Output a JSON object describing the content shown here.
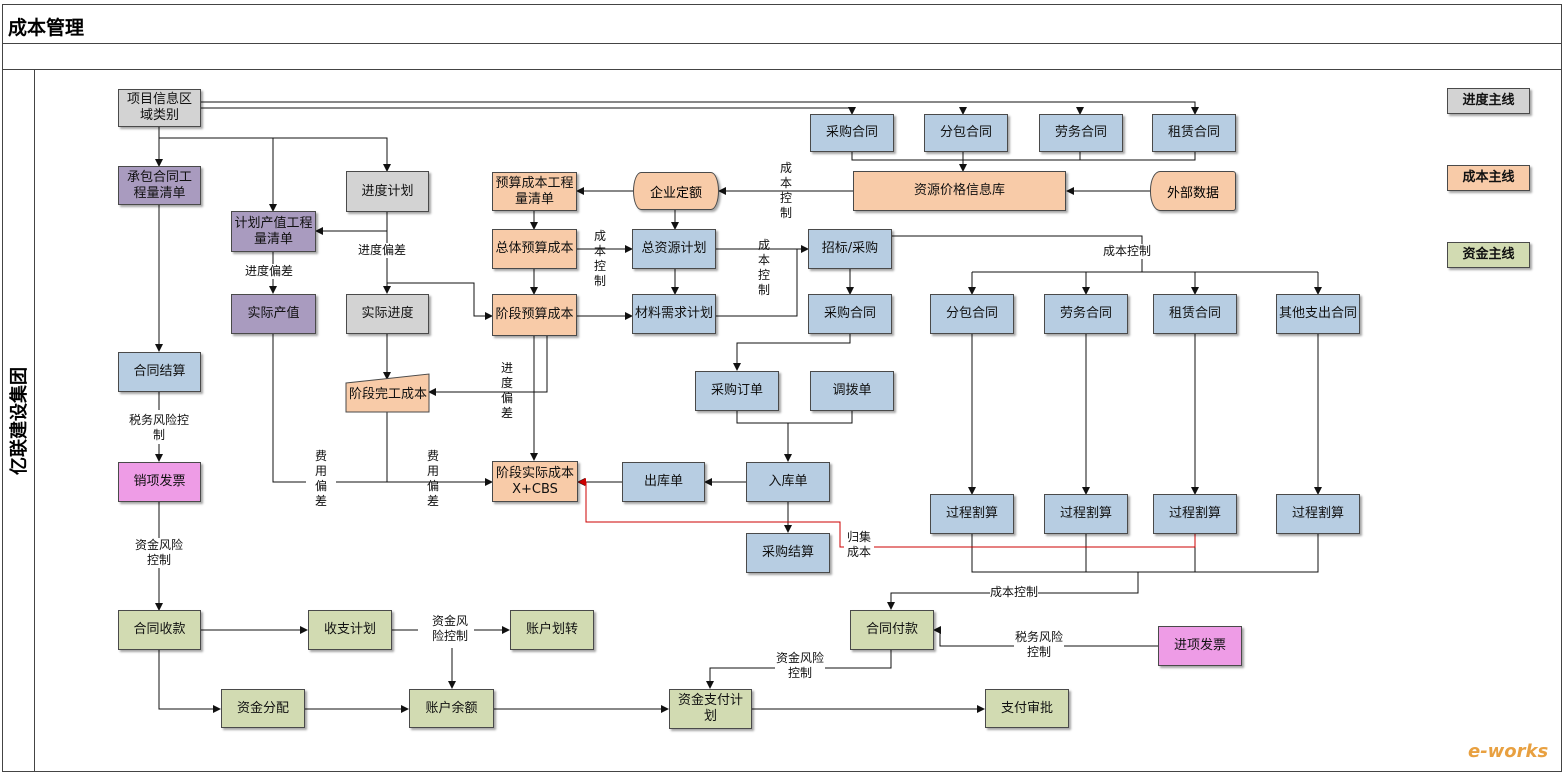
{
  "title": "成本管理",
  "lane_label": "亿联建设集团",
  "legend": {
    "schedule": "进度主线",
    "cost": "成本主线",
    "fund": "资金主线"
  },
  "nodes": {
    "project_info": "项目信息区域类别",
    "contract_boq": "承包合同工程量清单",
    "schedule_plan": "进度计划",
    "plan_output": "计划产值工程量清单",
    "actual_output": "实际产值",
    "actual_progress": "实际进度",
    "stage_complete_cost": "阶段完工成本",
    "contract_settlement": "合同结算",
    "sales_invoice": "销项发票",
    "budget_boq": "预算成本工程量清单",
    "enterprise_quota": "企业定额",
    "overall_budget": "总体预算成本",
    "total_resource_plan": "总资源计划",
    "stage_budget": "阶段预算成本",
    "material_plan": "材料需求计划",
    "stage_actual": "阶段实际成本X+CBS",
    "purchase_contract_top": "采购合同",
    "sub_contract_top": "分包合同",
    "labor_contract_top": "劳务合同",
    "lease_contract_top": "租赁合同",
    "resource_price_db": "资源价格信息库",
    "external_data": "外部数据",
    "tender": "招标/采购",
    "purchase_contract": "采购合同",
    "sub_contract": "分包合同",
    "labor_contract": "劳务合同",
    "lease_contract": "租赁合同",
    "other_contract": "其他支出合同",
    "purchase_order": "采购订单",
    "transfer_order": "调拨单",
    "warehouse_in": "入库单",
    "warehouse_out": "出库单",
    "purchase_settle": "采购结算",
    "proc_1": "过程割算",
    "proc_2": "过程割算",
    "proc_3": "过程割算",
    "proc_4": "过程割算",
    "contract_receipt": "合同收款",
    "income_plan": "收支计划",
    "account_transfer": "账户划转",
    "fund_allocation": "资金分配",
    "account_balance": "账户余额",
    "fund_pay_plan": "资金支付计划",
    "pay_approval": "支付审批",
    "contract_payment": "合同付款",
    "input_invoice": "进项发票"
  },
  "labels": {
    "schedule_dev_1": "进度偏差",
    "schedule_dev_2": "进度偏差",
    "schedule_dev_v": "进度偏差",
    "tax_risk_1": "税务风险控制",
    "fund_risk_1": "资金风险控制",
    "expense_dev_1": "费用偏差",
    "expense_dev_2": "费用偏差",
    "cost_ctrl_v1": "成本控制",
    "cost_ctrl_v2": "成本控制",
    "cost_ctrl_v3": "成本控制",
    "cost_ctrl_h1": "成本控制",
    "cost_ctrl_h2": "成本控制",
    "collect_cost": "归集成本",
    "fund_risk_2": "资金风险控制",
    "fund_risk_3": "资金风险控制",
    "tax_risk_2": "税务风险控制"
  },
  "watermark": "e-works",
  "colors": {
    "schedule": "#d3d3d3",
    "cost": "#f8cba8",
    "fund": "#d2dbb2",
    "contract": "#b7cde2",
    "purple": "#a99bbf",
    "invoice": "#ee9ce6",
    "collect_line": "#cc0000"
  }
}
